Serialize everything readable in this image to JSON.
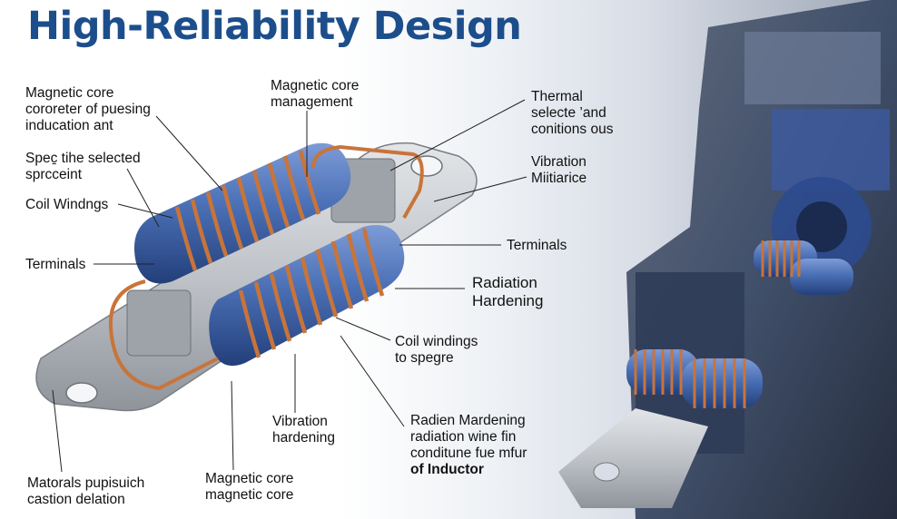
{
  "title": "High-Reliability Design",
  "labels": {
    "magnetic_core_corner": [
      "Magnetic core",
      "cororeter of puesing",
      "inducation ant"
    ],
    "spec_selected": [
      "Spec̱ tihe selected",
      "sprcceint"
    ],
    "coil_windngs": [
      "Coil Windngs"
    ],
    "terminals_left": [
      "Terminals"
    ],
    "magnetic_core_mgmt": [
      "Magnetic core",
      "management"
    ],
    "thermal": [
      "Thermal",
      "selecte ’and",
      "conitions ous"
    ],
    "vibration_miitiarice": [
      "Vibration",
      "Miitiarice"
    ],
    "terminals_right": [
      "Terminals"
    ],
    "radiation_hardening": [
      "Radiation",
      "Hardening"
    ],
    "coil_windings_spegre": [
      "Coil windings",
      "to spegre"
    ],
    "radien_mardening": [
      "Radien Mardening",
      "radiation wine fin",
      "conditune fue mfur",
      "of Inductor"
    ],
    "vibration_hardening": [
      "Vibration",
      "hardening"
    ],
    "magnetic_core_bottom": [
      "Magnetic core",
      "magnetic core"
    ],
    "matorals": [
      "Matorals pupisuich",
      "castion delation"
    ]
  },
  "colors": {
    "title": "#1c4e8c",
    "core_blue": "#4a6fb5",
    "copper": "#c8743a",
    "plate": "#b8bcc2",
    "leader": "#222222"
  }
}
